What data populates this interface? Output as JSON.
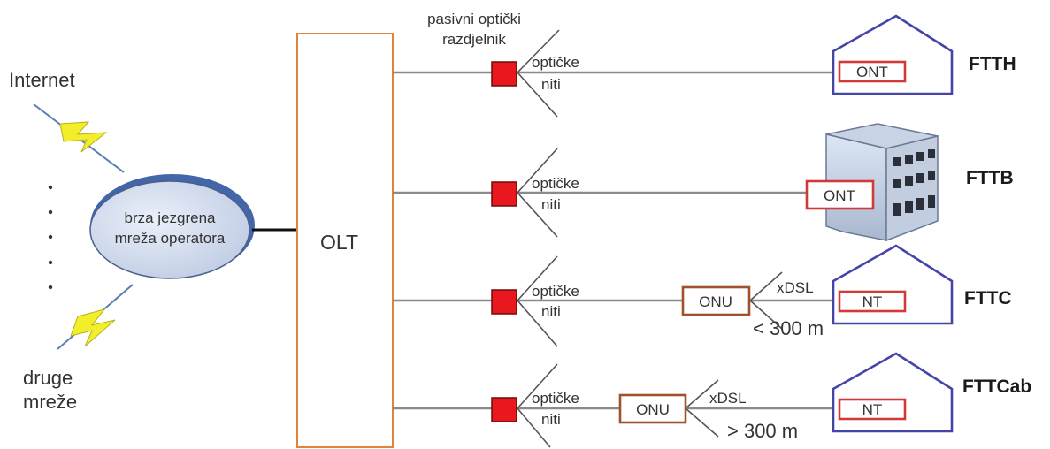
{
  "left": {
    "internet_label": "Internet",
    "core_network_line1": "brza jezgrena",
    "core_network_line2": "mreža operatora",
    "other_networks_line1": "druge",
    "other_networks_line2": "mreže",
    "bolt_color": "#f2ee2a"
  },
  "olt": {
    "label": "OLT",
    "border_color": "#e0843a"
  },
  "splitter": {
    "caption_line1": "pasivni optički",
    "caption_line2": "razdjelnik",
    "color": "#e8181e"
  },
  "fiber_label_line1": "optičke",
  "fiber_label_line2": "niti",
  "rows": [
    {
      "tier": "FTTH",
      "end_device": "ONT"
    },
    {
      "tier": "FTTB",
      "end_device": "ONT"
    },
    {
      "tier": "FTTC",
      "end_device": "NT",
      "onu_label": "ONU",
      "xdsl_label": "xDSL",
      "distance_label": "< 300 m"
    },
    {
      "tier": "FTTCab",
      "end_device": "NT",
      "onu_label": "ONU",
      "xdsl_label": "xDSL",
      "distance_label": "> 300 m"
    }
  ]
}
